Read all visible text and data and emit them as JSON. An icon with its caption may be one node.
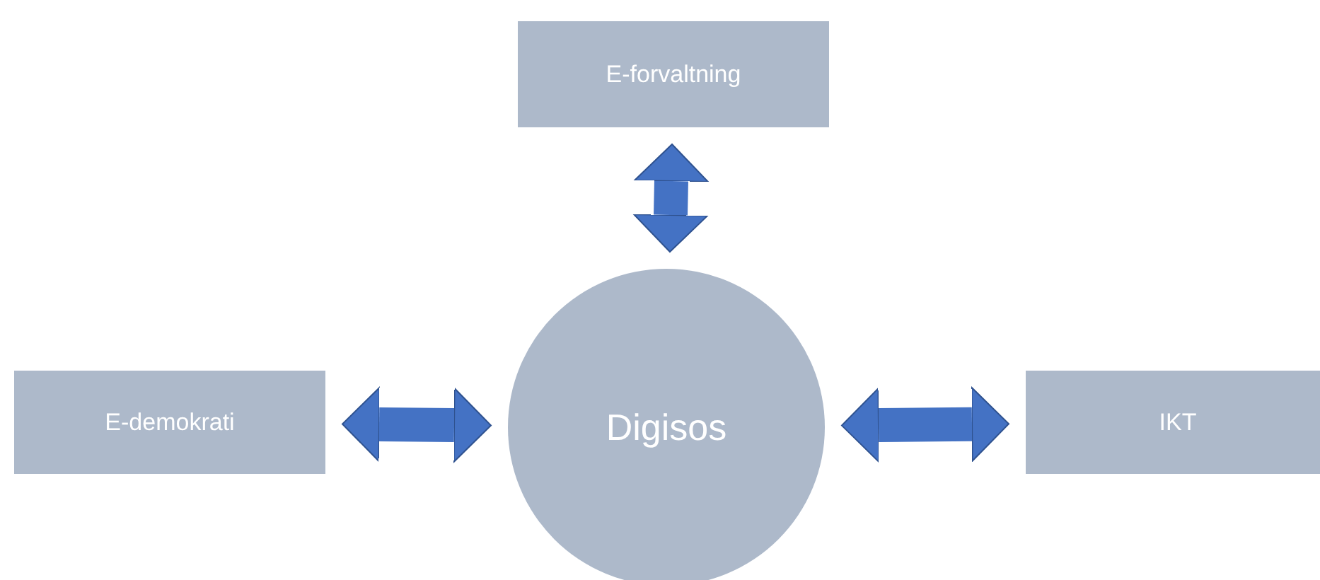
{
  "diagram": {
    "nodes": [
      {
        "text": [
          "E-forvaltning"
        ]
      },
      {
        "text": [
          "E-demokrati"
        ]
      },
      {
        "text": [
          "Digisos"
        ]
      },
      {
        "text": [
          "IKT"
        ]
      }
    ],
    "edges": [
      {
        "from": 2,
        "to": 0,
        "arrow": "both"
      },
      {
        "from": 1,
        "to": 2,
        "arrow": "both"
      },
      {
        "from": 2,
        "to": 3,
        "arrow": "both"
      }
    ]
  }
}
